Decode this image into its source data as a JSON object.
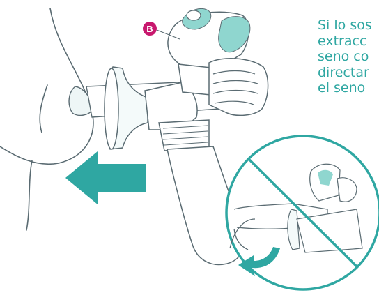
{
  "illustration": {
    "part_badge": "B",
    "caption_lines": [
      "Si lo sos",
      "extracc",
      "seno co",
      "directar",
      "el seno"
    ],
    "colors": {
      "accent": "#2fa7a2",
      "accent_light": "#8fd6cf",
      "line": "#5a6b72",
      "badge": "#c8186e"
    }
  }
}
